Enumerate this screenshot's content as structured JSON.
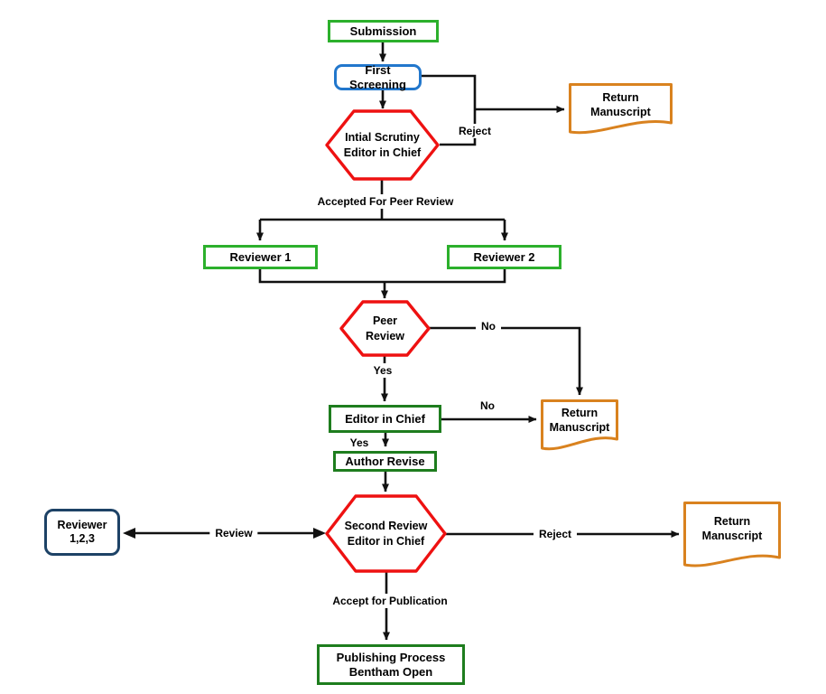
{
  "colors": {
    "green-bright": "#2cb02c",
    "green-dark": "#1e7d1e",
    "blue": "#2277cc",
    "navy": "#1d4266",
    "red": "#ee1111",
    "orange": "#d9821f",
    "line": "#111111",
    "text": "#000000",
    "background": "#ffffff"
  },
  "nodes": {
    "submission": {
      "label": "Submission"
    },
    "first_screening": {
      "label": "First Screening"
    },
    "initial_scrutiny": {
      "line1": "Intial Scrutiny",
      "line2": "Editor in Chief"
    },
    "return_manuscript_top": {
      "line1": "Return",
      "line2": "Manuscript"
    },
    "reviewer_1": {
      "label": "Reviewer 1"
    },
    "reviewer_2": {
      "label": "Reviewer 2"
    },
    "peer_review": {
      "line1": "Peer",
      "line2": "Review"
    },
    "editor_in_chief": {
      "label": "Editor in Chief"
    },
    "return_manuscript_mid": {
      "line1": "Return",
      "line2": "Manuscript"
    },
    "author_revise": {
      "label": "Author Revise"
    },
    "second_review": {
      "line1": "Second Review",
      "line2": "Editor in Chief"
    },
    "reviewer_123": {
      "line1": "Reviewer",
      "line2": "1,2,3"
    },
    "return_manuscript_right": {
      "line1": "Return",
      "line2": "Manuscript"
    },
    "publishing_process": {
      "line1": "Publishing Process",
      "line2": "Bentham Open"
    }
  },
  "edge_labels": {
    "reject_top": "Reject",
    "accepted_for_peer_review": "Accepted For Peer Review",
    "no_peer": "No",
    "yes_peer": "Yes",
    "no_editor": "No",
    "yes_editor": "Yes",
    "review": "Review",
    "reject_second": "Reject",
    "accept_for_publication": "Accept for Publication"
  }
}
